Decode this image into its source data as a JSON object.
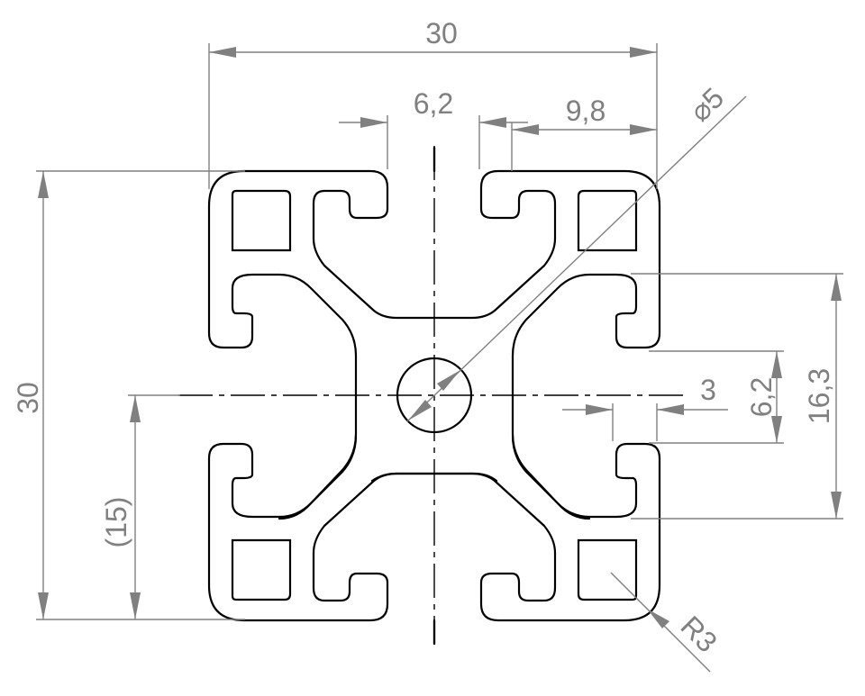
{
  "drawing": {
    "dims": {
      "overall_width": "30",
      "overall_height": "30",
      "slot_width": "6,2",
      "slot_offset": "9,8",
      "bore_diameter": "⌀5",
      "slot_depth": "3",
      "side_slot_width": "6,2",
      "side_slot_span": "16,3",
      "half_height": "(15)",
      "corner_radius": "R3"
    }
  }
}
